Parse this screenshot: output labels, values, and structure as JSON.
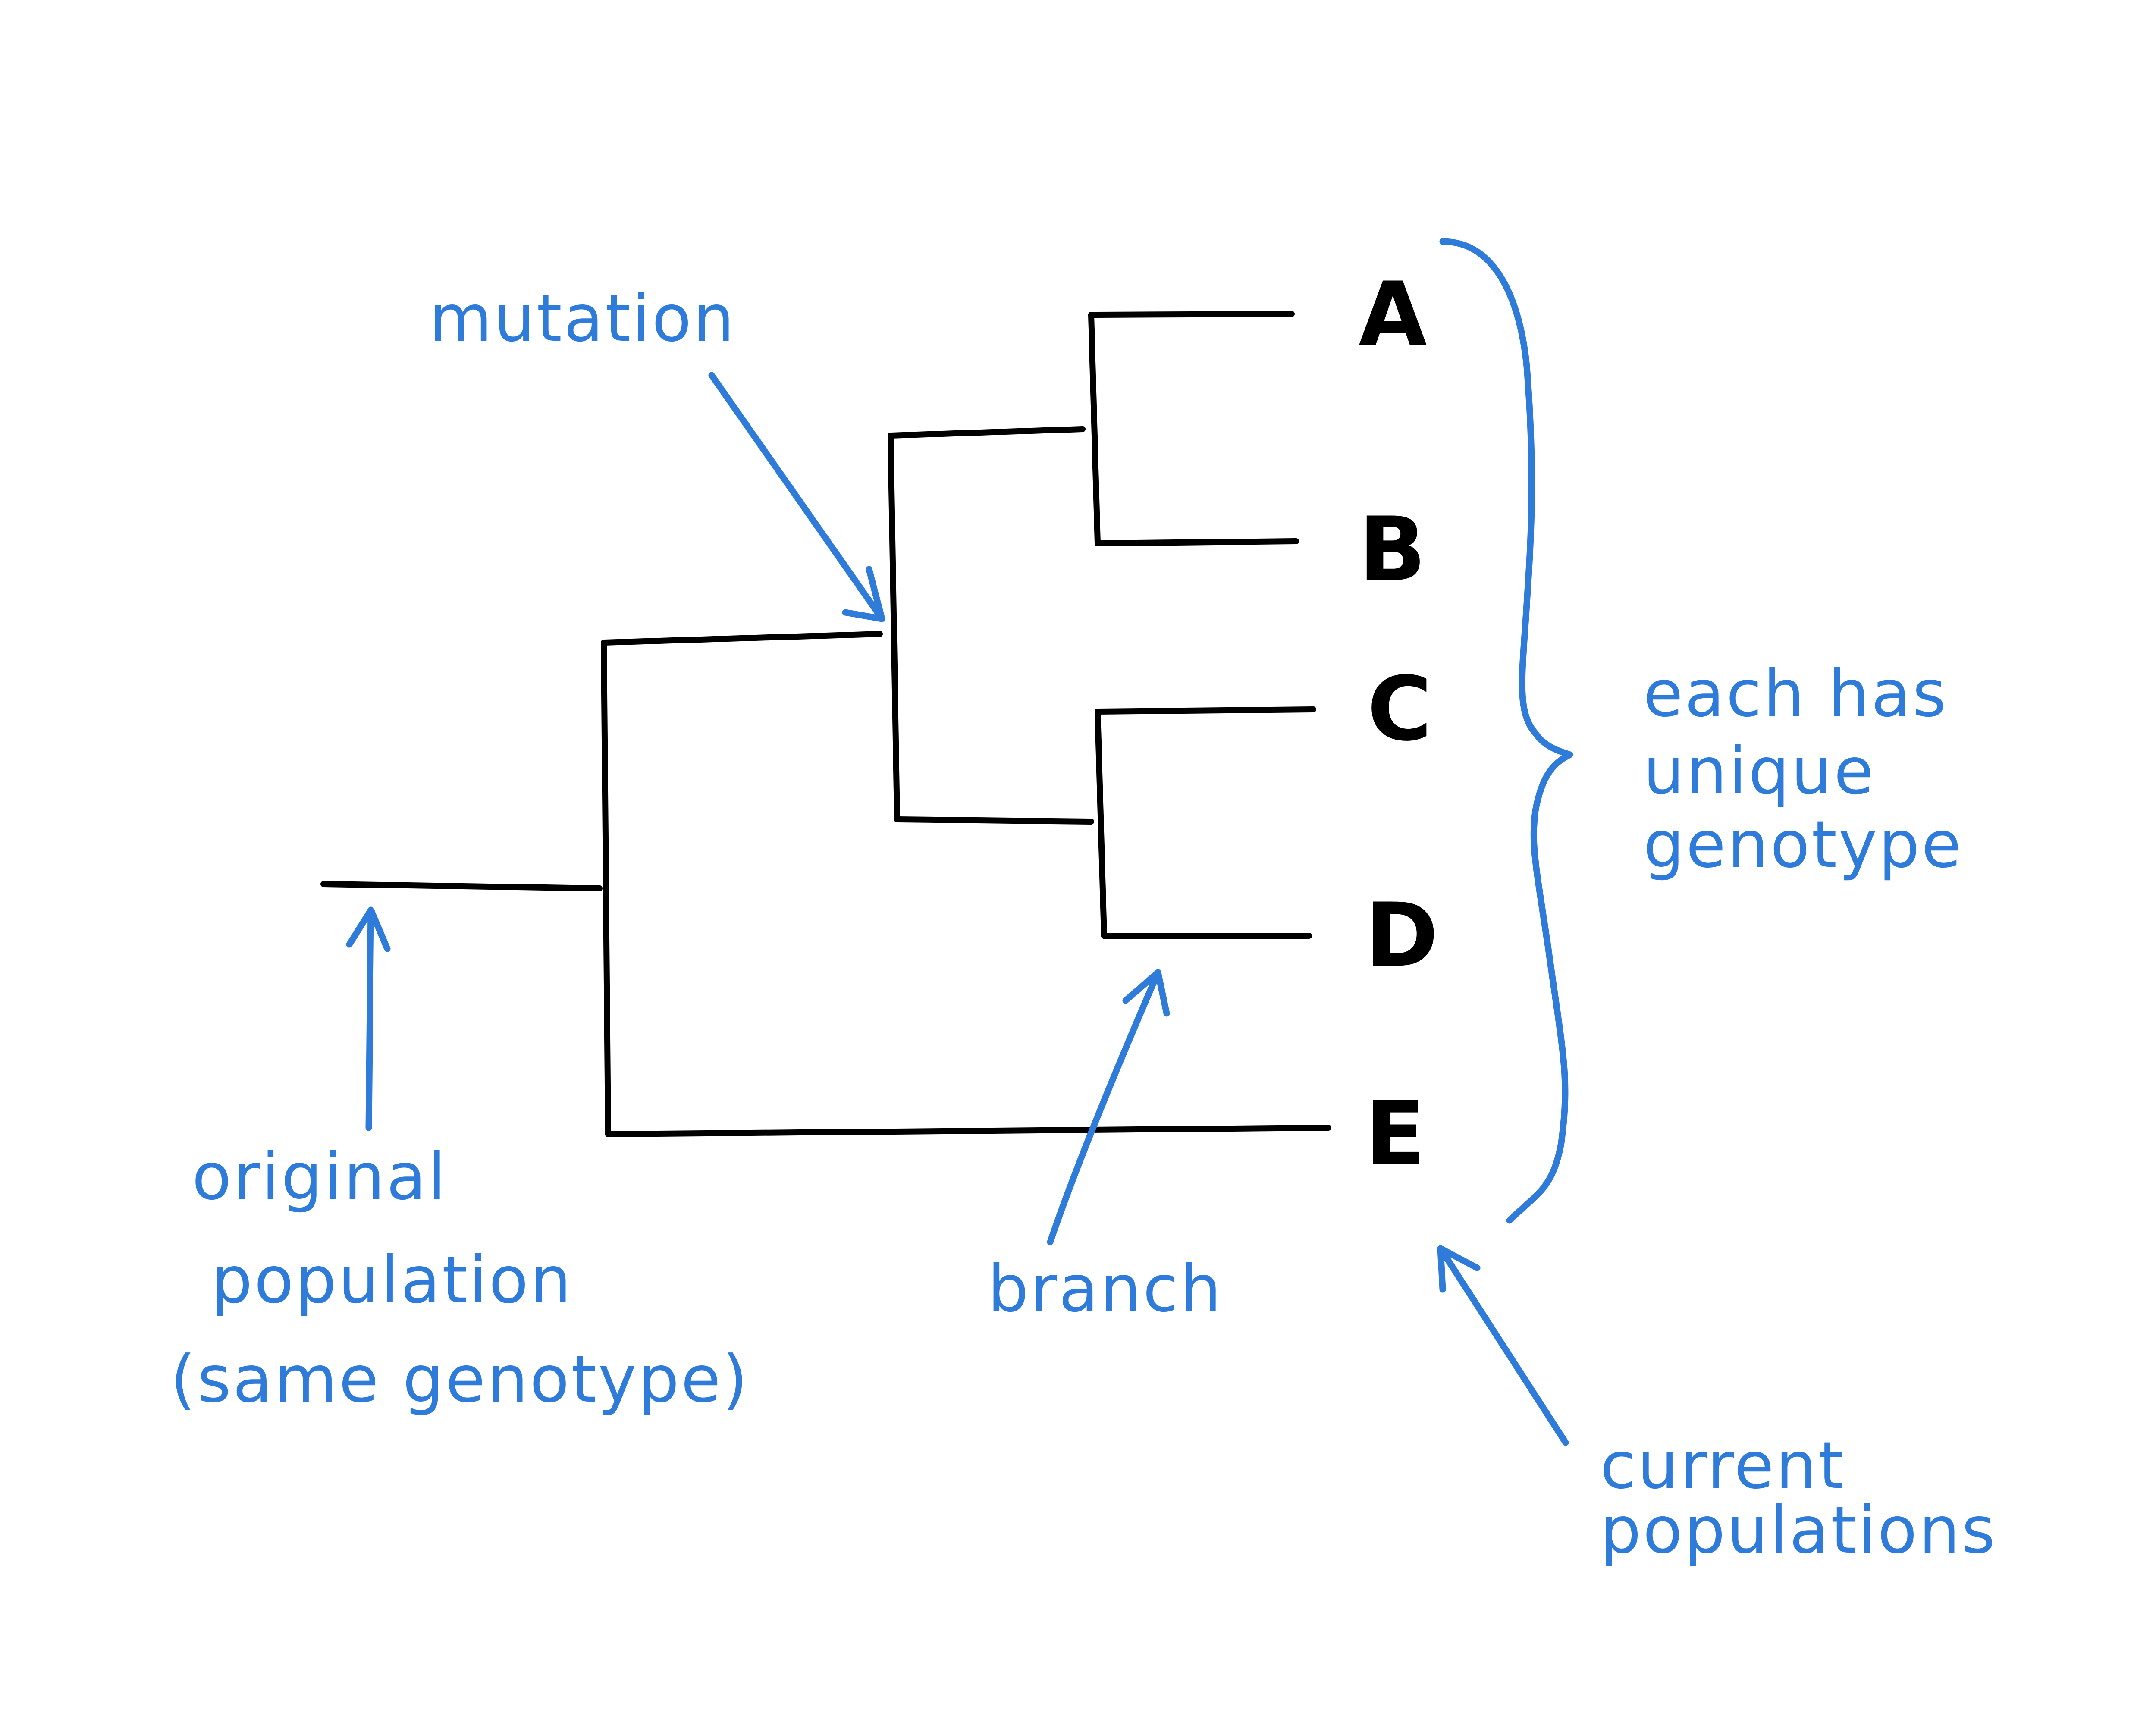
{
  "colors": {
    "tree": "#000000",
    "annotation": "#2e7bd9",
    "background": "#ffffff"
  },
  "leaves": {
    "a": "A",
    "b": "B",
    "c": "C",
    "d": "D",
    "e": "E"
  },
  "annotations": {
    "mutation": "mutation",
    "branch": "branch",
    "original_population": [
      "original",
      "population",
      "(same genotype)"
    ],
    "unique_genotype": [
      "each has",
      "unique",
      "genotype"
    ],
    "current_populations": [
      "current",
      "populations"
    ]
  }
}
